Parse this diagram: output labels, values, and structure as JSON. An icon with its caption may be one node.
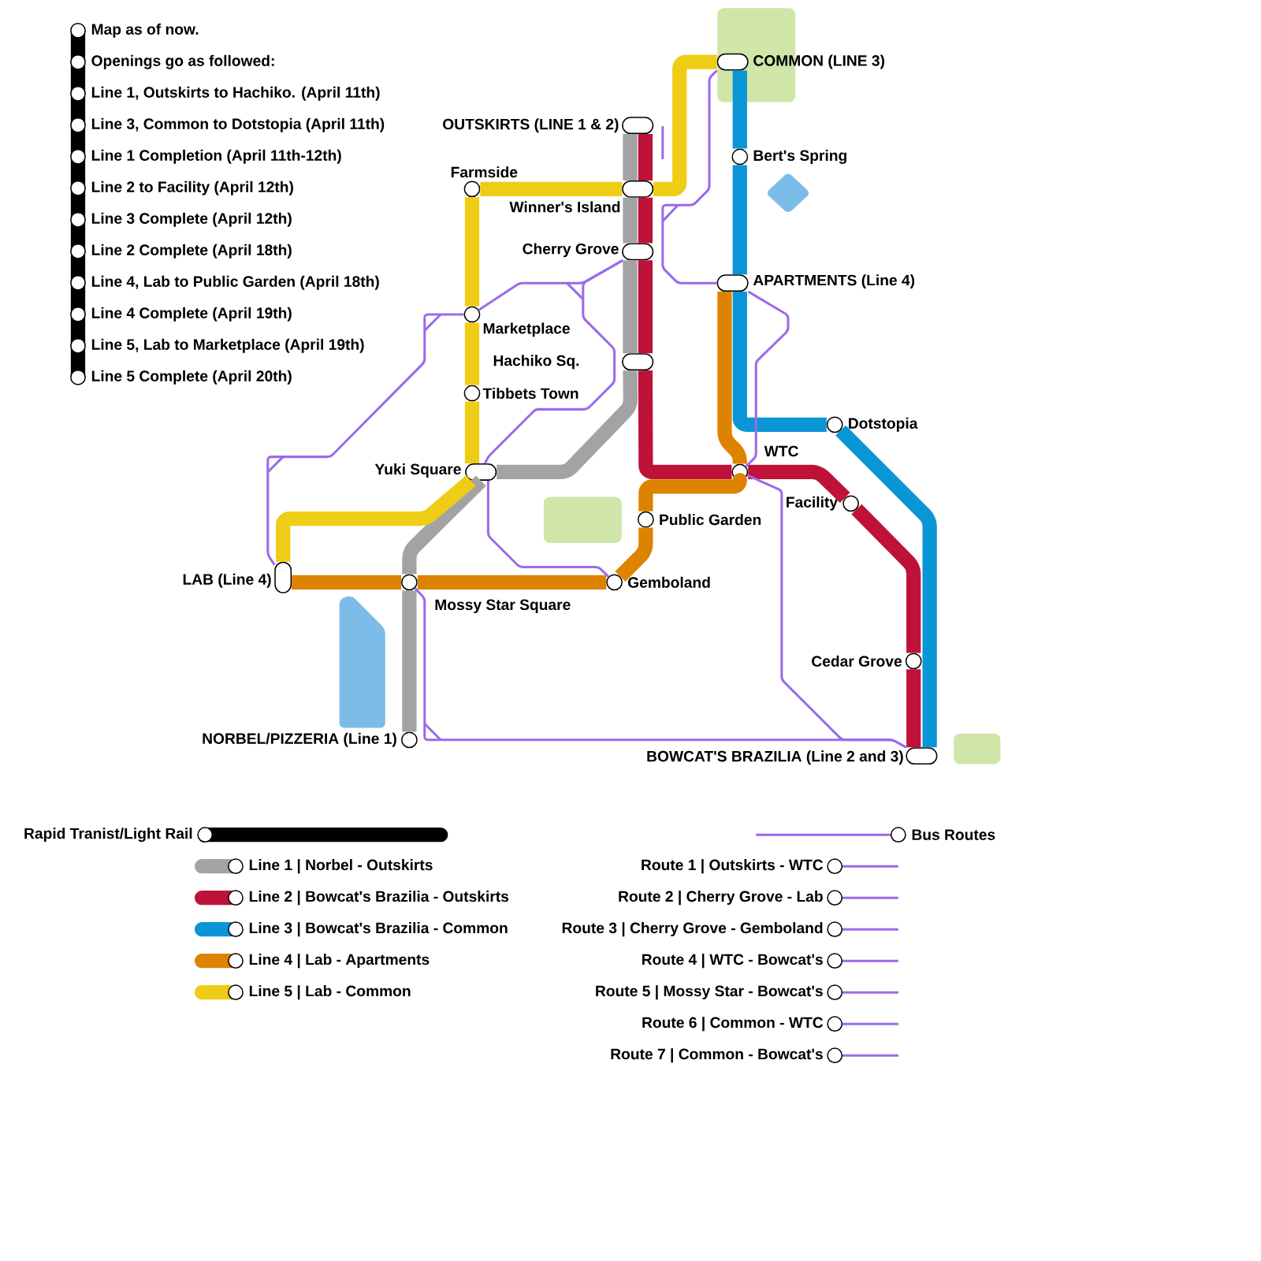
{
  "diagram": {
    "nodes": [
      {
        "text": [
          "COMMON (LINE 3)"
        ]
      },
      {
        "text": [
          "OUTSKIRTS (LINE 1 & 2)"
        ]
      },
      {
        "text": [
          "Winner's Island"
        ]
      },
      {
        "text": [
          "Farmside"
        ]
      },
      {
        "text": [
          "Bert's Spring"
        ]
      },
      {
        "text": [
          "Cherry Grove"
        ]
      },
      {
        "text": [
          "APARTMENTS (Line 4)"
        ]
      },
      {
        "text": [
          "Marketplace"
        ]
      },
      {
        "text": [
          "Hachiko Sq."
        ]
      },
      {
        "text": [
          "Tibbets Town"
        ]
      },
      {
        "text": [
          "Dotstopia"
        ]
      },
      {
        "text": [
          "Yuki Square"
        ]
      },
      {
        "text": [
          "WTC"
        ]
      },
      {
        "text": [
          "Facility"
        ]
      },
      {
        "text": [
          "Public Garden"
        ]
      },
      {
        "text": [
          "LAB (Line 4)"
        ]
      },
      {
        "text": [
          "Mossy Star Square"
        ]
      },
      {
        "text": [
          "Gemboland"
        ]
      },
      {
        "text": [
          "Cedar Grove"
        ]
      },
      {
        "text": [
          "NORBEL/PIZZERIA (Line 1)"
        ]
      },
      {
        "text": [
          "BOWCAT'S BRAZILIA (Line 2 and 3)"
        ]
      }
    ],
    "edges": [
      {
        "from": 1,
        "to": 2,
        "arrow": "none",
        "color": "#a3a3a3"
      },
      {
        "from": 2,
        "to": 5,
        "arrow": "none",
        "color": "#a3a3a3"
      },
      {
        "from": 5,
        "to": 8,
        "arrow": "none",
        "color": "#a3a3a3"
      },
      {
        "from": 8,
        "to": 11,
        "arrow": "none",
        "color": "#a3a3a3"
      },
      {
        "from": 11,
        "to": 16,
        "arrow": "none",
        "color": "#a3a3a3"
      },
      {
        "from": 16,
        "to": 19,
        "arrow": "none",
        "color": "#a3a3a3"
      },
      {
        "from": 1,
        "to": 2,
        "arrow": "none",
        "color": "#be1238"
      },
      {
        "from": 2,
        "to": 5,
        "arrow": "none",
        "color": "#be1238"
      },
      {
        "from": 5,
        "to": 8,
        "arrow": "none",
        "color": "#be1238"
      },
      {
        "from": 8,
        "to": 12,
        "arrow": "none",
        "color": "#be1238"
      },
      {
        "from": 12,
        "to": 13,
        "arrow": "none",
        "color": "#be1238"
      },
      {
        "from": 13,
        "to": 18,
        "arrow": "none",
        "color": "#be1238"
      },
      {
        "from": 18,
        "to": 20,
        "arrow": "none",
        "color": "#be1238"
      },
      {
        "from": 0,
        "to": 4,
        "arrow": "none",
        "color": "#0a96d6"
      },
      {
        "from": 4,
        "to": 6,
        "arrow": "none",
        "color": "#0a96d6"
      },
      {
        "from": 6,
        "to": 10,
        "arrow": "none",
        "color": "#0a96d6"
      },
      {
        "from": 10,
        "to": 20,
        "arrow": "none",
        "color": "#0a96d6"
      },
      {
        "from": 15,
        "to": 16,
        "arrow": "none",
        "color": "#de8300"
      },
      {
        "from": 16,
        "to": 17,
        "arrow": "none",
        "color": "#de8300"
      },
      {
        "from": 17,
        "to": 14,
        "arrow": "none",
        "color": "#de8300"
      },
      {
        "from": 14,
        "to": 12,
        "arrow": "none",
        "color": "#de8300"
      },
      {
        "from": 12,
        "to": 6,
        "arrow": "none",
        "color": "#de8300"
      },
      {
        "from": 15,
        "to": 11,
        "arrow": "none",
        "color": "#efcc15"
      },
      {
        "from": 11,
        "to": 9,
        "arrow": "none",
        "color": "#efcc15"
      },
      {
        "from": 9,
        "to": 7,
        "arrow": "none",
        "color": "#efcc15"
      },
      {
        "from": 7,
        "to": 3,
        "arrow": "none",
        "color": "#efcc15"
      },
      {
        "from": 3,
        "to": 2,
        "arrow": "none",
        "color": "#efcc15"
      },
      {
        "from": 2,
        "to": 0,
        "arrow": "none",
        "color": "#efcc15"
      },
      {
        "from": 7,
        "to": 15,
        "arrow": "none",
        "color": "#9b6bea"
      },
      {
        "from": 0,
        "to": 6,
        "arrow": "none",
        "color": "#9b6bea"
      },
      {
        "from": 5,
        "to": 11,
        "arrow": "none",
        "color": "#9b6bea"
      },
      {
        "from": 5,
        "to": 7,
        "arrow": "none",
        "color": "#9b6bea"
      },
      {
        "from": 11,
        "to": 17,
        "arrow": "none",
        "color": "#9b6bea"
      },
      {
        "from": 12,
        "to": 20,
        "arrow": "none",
        "color": "#9b6bea"
      },
      {
        "from": 16,
        "to": 20,
        "arrow": "none",
        "color": "#9b6bea"
      },
      {
        "from": 6,
        "to": 12,
        "arrow": "none",
        "color": "#9b6bea"
      }
    ],
    "labels": [
      "Map as of now.",
      "Openings go as followed:",
      "Line 1, Outskirts to Hachiko. (April 11th)",
      "Line 3, Common to Dotstopia (April 11th)",
      "Line 1 Completion (April 11th-12th)",
      "Line 2 to Facility (April 12th)",
      "Line 3 Complete (April 12th)",
      "Line 2 Complete (April 18th)",
      "Line 4, Lab to Public Garden (April 18th)",
      "Line 4 Complete (April 19th)",
      "Line 5, Lab to Marketplace (April 19th)",
      "Line 5 Complete (April 20th)"
    ],
    "legend": [
      {
        "text": "Rapid Tranist/Light Rail"
      },
      {
        "text": "Line 1 | Norbel - Outskirts",
        "color": "#a3a3a3"
      },
      {
        "text": "Line 2 | Bowcat's Brazilia - Outskirts",
        "color": "#be1238"
      },
      {
        "text": "Line 3 | Bowcat's Brazilia - Common",
        "color": "#0a96d6"
      },
      {
        "text": "Line 4 | Lab - Apartments",
        "color": "#de8300"
      },
      {
        "text": "Line 5 | Lab - Common",
        "color": "#efcc15"
      },
      {
        "text": "Bus Routes"
      },
      {
        "text": "Route 1 | Outskirts - WTC"
      },
      {
        "text": "Route 2 | Cherry Grove - Lab"
      },
      {
        "text": "Route 3 | Cherry Grove - Gemboland"
      },
      {
        "text": "Route 4 | WTC - Bowcat's"
      },
      {
        "text": "Route 5 | Mossy Star - Bowcat's"
      },
      {
        "text": "Route 6 | Common - WTC"
      },
      {
        "text": "Route 7 | Common - Bowcat's"
      }
    ]
  }
}
